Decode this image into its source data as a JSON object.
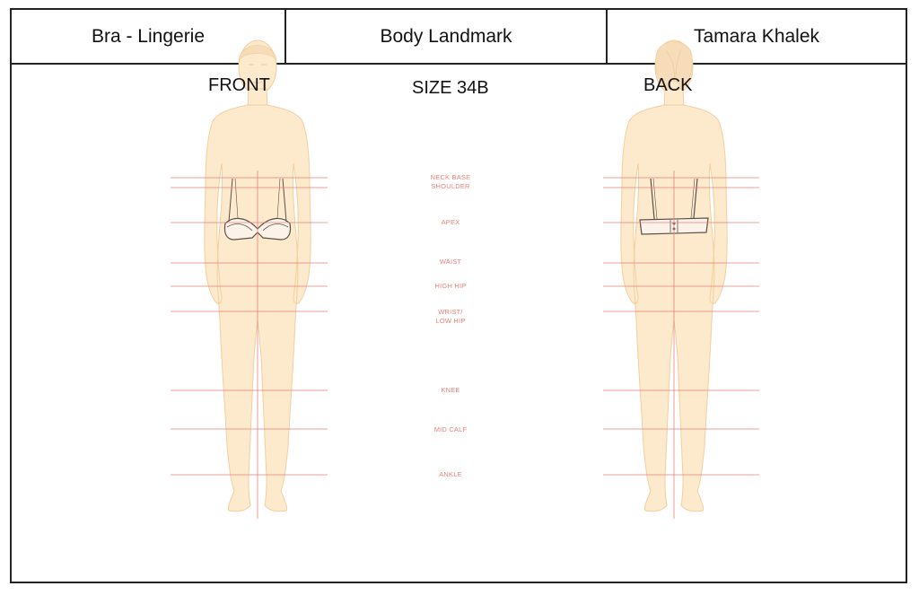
{
  "header": {
    "category": "Bra - Lingerie",
    "title": "Body Landmark",
    "author": "Tamara Khalek"
  },
  "views": {
    "front": "FRONT",
    "back": "BACK",
    "size": "SIZE 34B"
  },
  "landmarks": [
    {
      "id": "neck-base-shoulder",
      "lines": [
        "NECK BASE",
        "SHOULDER"
      ]
    },
    {
      "id": "apex",
      "lines": [
        "APEX"
      ]
    },
    {
      "id": "waist",
      "lines": [
        "WAIST"
      ]
    },
    {
      "id": "high-hip",
      "lines": [
        "HIGH HIP"
      ]
    },
    {
      "id": "wrist-low-hip",
      "lines": [
        "WRIST/",
        "LOW HIP"
      ]
    },
    {
      "id": "knee",
      "lines": [
        "KNEE"
      ]
    },
    {
      "id": "mid-calf",
      "lines": [
        "MID CALF"
      ]
    },
    {
      "id": "ankle",
      "lines": [
        "ANKLE"
      ]
    }
  ],
  "colors": {
    "skin": "#fde9cc",
    "skin_outline": "#f0cfa0",
    "guide_line": "#e8827a",
    "label": "#e8827a",
    "bra_outline": "#5a5048",
    "border": "#222222"
  }
}
